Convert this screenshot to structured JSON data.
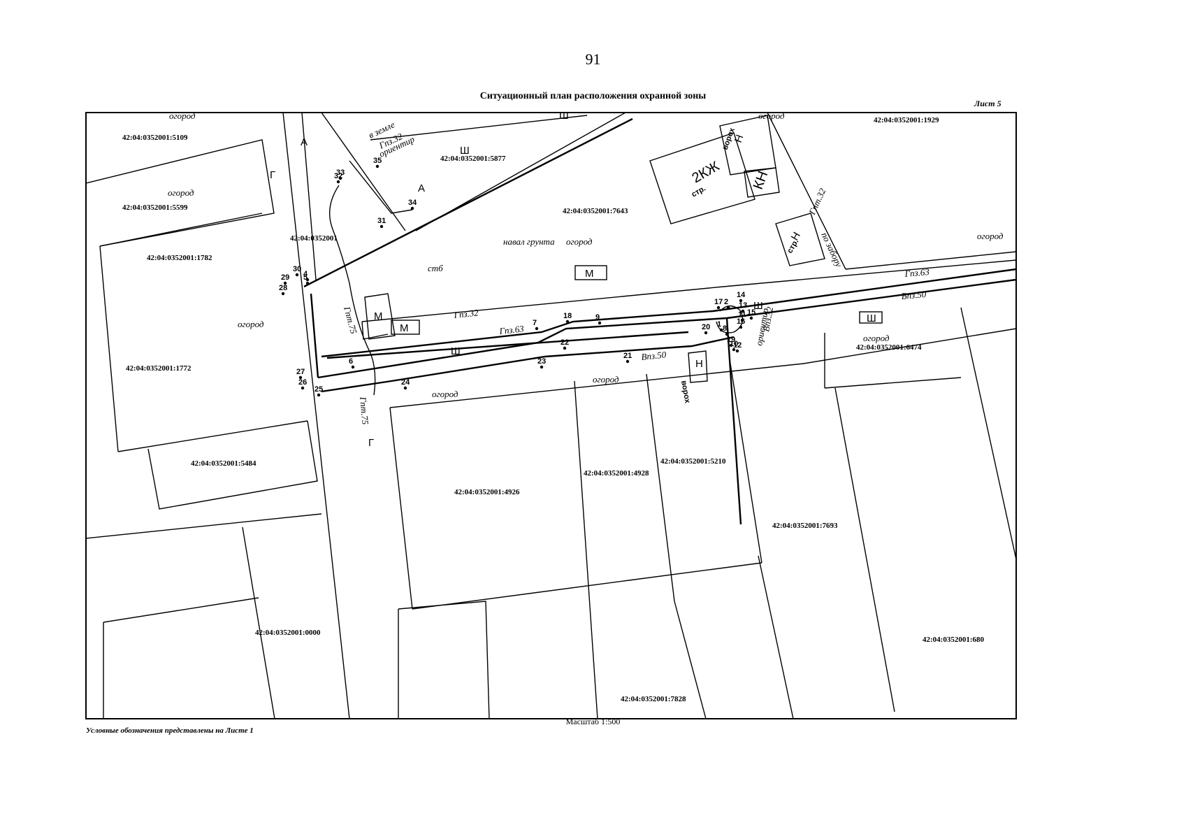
{
  "page_number": "91",
  "title": "Ситуационный план расположения охранной зоны",
  "sheet_label": "Лист 5",
  "scale": "Масштаб 1:500",
  "legend_note": "Условные обозначения представлены на Листе 1",
  "parcels": [
    "42:04:0352001:5109",
    "42:04:0352001:5599",
    "42:04:0352001:1782",
    "42:04:0352001:1772",
    "42:04:0352001:5484",
    "42:04:0352001:0000",
    "42:04:0352001:4926",
    "42:04:0352001:4928",
    "42:04:0352001:5210",
    "42:04:0352001:7693",
    "42:04:0352001:7828",
    "42:04:0352001:680",
    "42:04:0352001:6474",
    "42:04:0352001:1929",
    "42:04:0352001:7643",
    "42:04:0352001",
    "42:04:0352001:5877"
  ],
  "land_labels": [
    "огород",
    "огород",
    "огород",
    "огород",
    "огород",
    "огород",
    "огород",
    "огород",
    "огород"
  ],
  "utility_labels": {
    "gpn63_a": "Гпз.63",
    "gpn63_b": "Гпз.63",
    "gpn32": "Гпз.32",
    "vpn50_a": "Впз.50",
    "vpn50_b": "Впз.50",
    "gpn32_top": "Гпз.32",
    "gpn75": "Гпт.75",
    "gpn75_lower": "Гпт.75",
    "gpn32_right": "Гпт.32",
    "vpn32": "Впз.32",
    "orientir": "ориентир",
    "orientir_b": "ориентир",
    "v_zemle": "в земле",
    "po_zaboru": "по забору",
    "nabor_grunta": "навал грунта",
    "stb": "стб"
  },
  "buildings": {
    "kzh": "2КЖ",
    "kzh_sub": "стр.",
    "kn": "КН",
    "n_top": "Н",
    "n_top_sub": "ворох",
    "n_right": "Н",
    "n_right_sub": "стр.",
    "n_bottom": "Н",
    "n_bottom_sub": "ворох",
    "m_center": "М",
    "m_left1": "М",
    "m_left2": "М",
    "sh_right": "Ш"
  },
  "markers": [
    "Ш",
    "Ш",
    "Ш",
    "Ш",
    "А",
    "А",
    "Г",
    "Г"
  ],
  "points": [
    "1",
    "2",
    "4",
    "5",
    "6",
    "7",
    "8",
    "9",
    "10",
    "11",
    "12",
    "13",
    "14",
    "15",
    "16",
    "17",
    "18",
    "19",
    "20",
    "21",
    "22",
    "23",
    "24",
    "25",
    "26",
    "27",
    "28",
    "29",
    "30",
    "31",
    "32",
    "33",
    "34",
    "35"
  ]
}
